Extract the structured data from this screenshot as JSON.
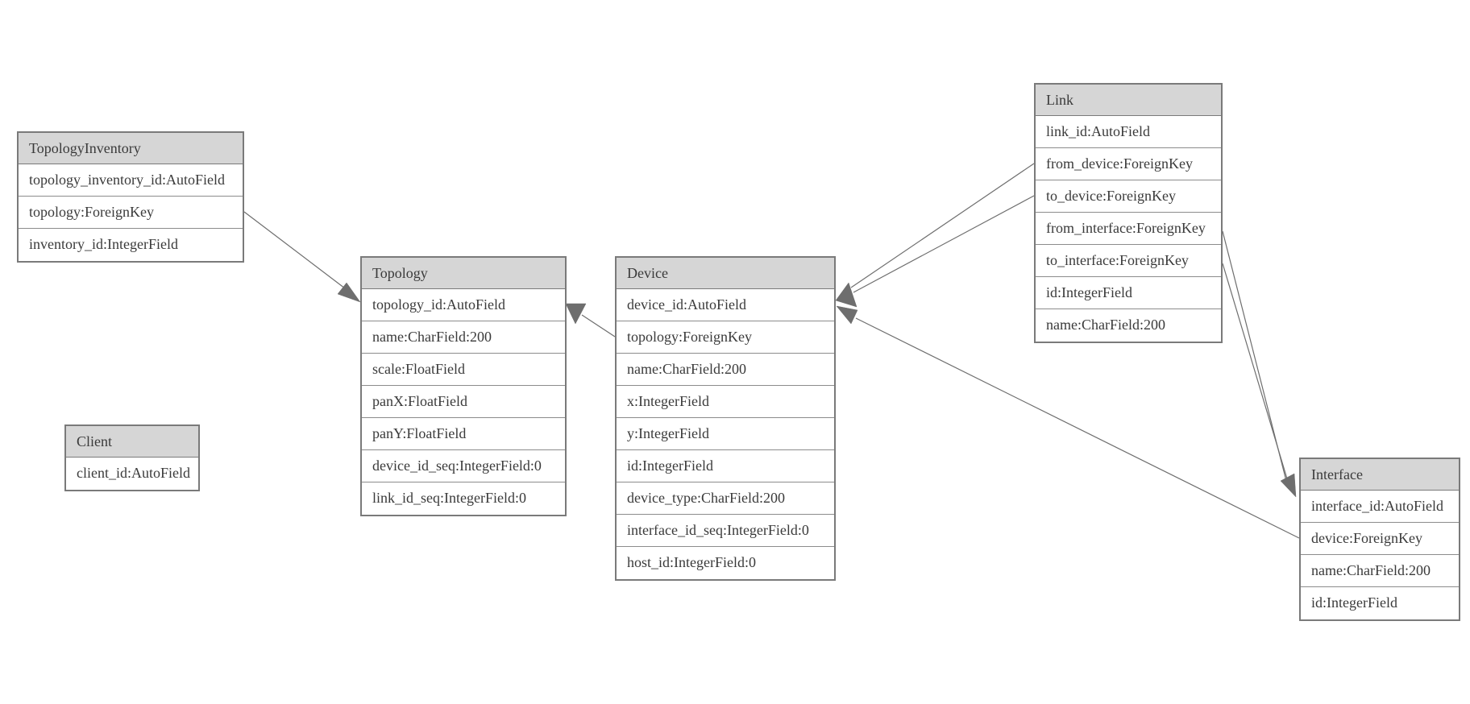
{
  "diagram": {
    "type": "entity-relationship-model-graph",
    "colors": {
      "background": "#ffffff",
      "header_fill": "#d6d6d6",
      "table_border": "#7a7a7a",
      "row_divider": "#8c8c8c",
      "text": "#3a3a3a",
      "edge": "#6e6e6e"
    },
    "tables": {
      "topology_inventory": {
        "title": "TopologyInventory",
        "fields": [
          "topology_inventory_id:AutoField",
          "topology:ForeignKey",
          "inventory_id:IntegerField"
        ]
      },
      "topology": {
        "title": "Topology",
        "fields": [
          "topology_id:AutoField",
          "name:CharField:200",
          "scale:FloatField",
          "panX:FloatField",
          "panY:FloatField",
          "device_id_seq:IntegerField:0",
          "link_id_seq:IntegerField:0"
        ]
      },
      "client": {
        "title": "Client",
        "fields": [
          "client_id:AutoField"
        ]
      },
      "device": {
        "title": "Device",
        "fields": [
          "device_id:AutoField",
          "topology:ForeignKey",
          "name:CharField:200",
          "x:IntegerField",
          "y:IntegerField",
          "id:IntegerField",
          "device_type:CharField:200",
          "interface_id_seq:IntegerField:0",
          "host_id:IntegerField:0"
        ]
      },
      "link": {
        "title": "Link",
        "fields": [
          "link_id:AutoField",
          "from_device:ForeignKey",
          "to_device:ForeignKey",
          "from_interface:ForeignKey",
          "to_interface:ForeignKey",
          "id:IntegerField",
          "name:CharField:200"
        ]
      },
      "interface": {
        "title": "Interface",
        "fields": [
          "interface_id:AutoField",
          "device:ForeignKey",
          "name:CharField:200",
          "id:IntegerField"
        ]
      }
    },
    "relationships": [
      {
        "from": "TopologyInventory.topology",
        "to": "Topology",
        "arrow_at": "Topology"
      },
      {
        "from": "Device.topology",
        "to": "Topology",
        "arrow_at": "Topology"
      },
      {
        "from": "Link.from_device",
        "to": "Device",
        "arrow_at": "Device"
      },
      {
        "from": "Link.to_device",
        "to": "Device",
        "arrow_at": "Device"
      },
      {
        "from": "Link.from_interface",
        "to": "Interface",
        "arrow_at": "Interface"
      },
      {
        "from": "Link.to_interface",
        "to": "Interface",
        "arrow_at": "Interface"
      },
      {
        "from": "Interface.device",
        "to": "Device",
        "arrow_at": "Device"
      }
    ]
  }
}
